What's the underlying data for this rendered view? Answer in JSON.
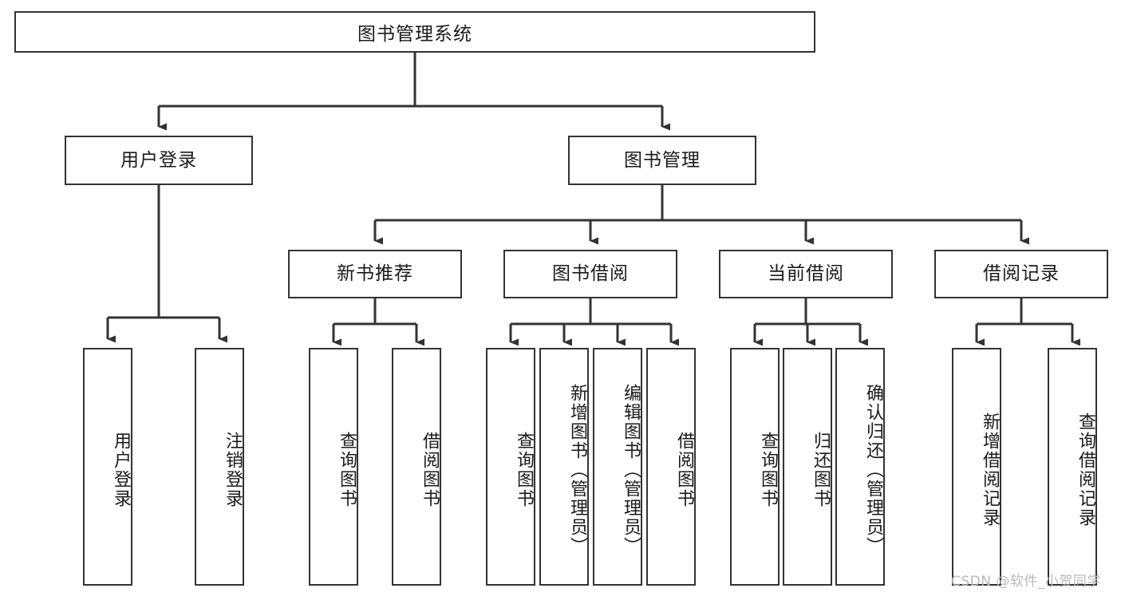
{
  "diagram": {
    "type": "tree-hierarchy-chart",
    "title": "图书管理系统",
    "watermark": "CSDN @软件_小贺同学",
    "colors": {
      "stroke": "#333333",
      "fill": "#ffffff",
      "text": "#1a1a1a",
      "watermark": "#b9b9b9"
    },
    "nodes": {
      "root": {
        "label": "图书管理系统"
      },
      "level2": [
        {
          "id": "user-login",
          "label": "用户登录"
        },
        {
          "id": "book-management",
          "label": "图书管理"
        }
      ],
      "level3": [
        {
          "id": "new-book-recommend",
          "label": "新书推荐"
        },
        {
          "id": "book-borrow",
          "label": "图书借阅"
        },
        {
          "id": "current-borrow",
          "label": "当前借阅"
        },
        {
          "id": "borrow-record",
          "label": "借阅记录"
        }
      ],
      "leaves": {
        "user_login": [
          {
            "id": "leaf-user-login",
            "label": "用户登录"
          },
          {
            "id": "leaf-logout-login",
            "label": "注销登录"
          }
        ],
        "new_book_recommend": [
          {
            "id": "leaf-query-book-1",
            "label": "查询图书"
          },
          {
            "id": "leaf-borrow-book-1",
            "label": "借阅图书"
          }
        ],
        "book_borrow": [
          {
            "id": "leaf-query-book-2",
            "label": "查询图书"
          },
          {
            "id": "leaf-add-book",
            "label": "新增图书（管理员）"
          },
          {
            "id": "leaf-edit-book",
            "label": "编辑图书（管理员）"
          },
          {
            "id": "leaf-borrow-book-2",
            "label": "借阅图书"
          }
        ],
        "current_borrow": [
          {
            "id": "leaf-query-book-3",
            "label": "查询图书"
          },
          {
            "id": "leaf-return-book",
            "label": "归还图书"
          },
          {
            "id": "leaf-confirm-return",
            "label": "确认归还（管理员）"
          }
        ],
        "borrow_record": [
          {
            "id": "leaf-add-record",
            "label": "新增借阅记录"
          },
          {
            "id": "leaf-query-record",
            "label": "查询借阅记录"
          }
        ]
      }
    }
  }
}
